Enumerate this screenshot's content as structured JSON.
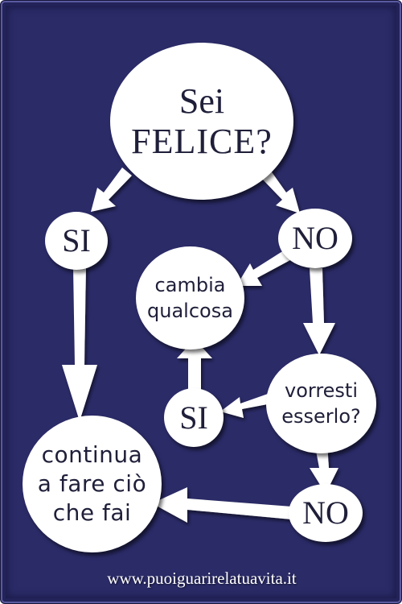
{
  "nodes": {
    "start": {
      "line1": "Sei",
      "line2": "FELICE?"
    },
    "yes_1": "SI",
    "no_1": "NO",
    "change": "cambia\nqualcosa",
    "want": "vorresti\nesserlo?",
    "yes_2": "SI",
    "no_2": "NO",
    "continue": "continua\na fare ciò\nche fai"
  },
  "footer": {
    "url": "www.puoiguarirelatuavita.it"
  },
  "colors": {
    "background": "#2b2b68",
    "node_fill": "#ffffff",
    "arrow_fill": "#ffffff",
    "text": "#1f1f3a"
  }
}
